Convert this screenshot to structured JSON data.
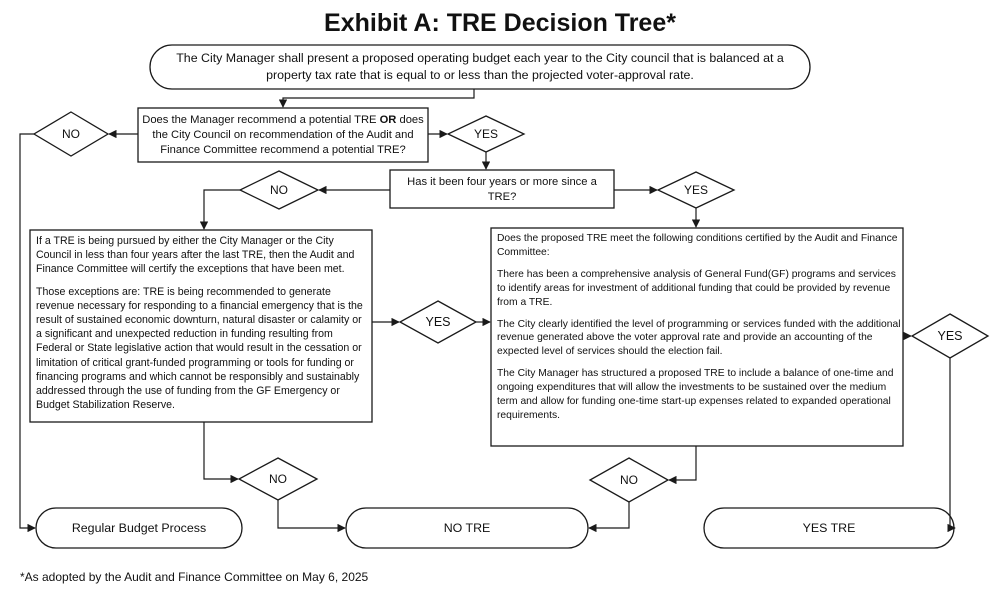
{
  "title": "Exhibit A: TRE Decision Tree*",
  "start": {
    "text": "The City Manager shall present a proposed operating budget each year to the City council that is balanced at a property tax rate that is equal to or less than the projected voter-approval rate."
  },
  "question1": {
    "text_before": "Does the Manager recommend a potential TRE ",
    "text_bold": "OR",
    "text_after": " does the City Council on recommendation of the Audit and Finance Committee recommend a potential TRE?"
  },
  "question2": {
    "text": "Has it been four years or more since a TRE?"
  },
  "exceptions_box": {
    "paragraph1": "If a TRE is being pursued by either the City Manager or the City Council in less than four years after the last TRE, then the Audit and Finance Committee will certify the exceptions that have been met.",
    "paragraph2": "Those exceptions are: TRE is being recommended to generate revenue necessary for responding to a financial emergency that is the result of sustained economic downturn, natural disaster or calamity or a significant and unexpected reduction in funding resulting from Federal or State legislative action that would result in the cessation or limitation of critical grant-funded programming or tools for funding or financing programs and which cannot be responsibly and sustainably addressed through the use of funding from the GF Emergency or Budget Stabilization Reserve."
  },
  "conditions_box": {
    "paragraph1": "Does the proposed TRE meet the following conditions certified by the Audit and Finance Committee:",
    "paragraph2": "There has been a comprehensive analysis of General Fund(GF) programs and services to identify areas for investment of additional funding that could be provided by revenue from a TRE.",
    "paragraph3": "The City clearly identified the level of programming or services funded with the additional revenue generated above the voter approval rate and provide an accounting of the expected level of services should the election fail.",
    "paragraph4": "The City Manager has structured a proposed TRE to include a balance of one-time and ongoing expenditures that will allow the investments to be sustained over the medium term and allow for funding one-time start-up expenses related to expanded operational requirements."
  },
  "diamonds": {
    "q1_no": "NO",
    "q1_yes": "YES",
    "q2_no": "NO",
    "q2_yes": "YES",
    "exceptions_yes": "YES",
    "exceptions_no": "NO",
    "conditions_no": "NO",
    "conditions_yes": "YES"
  },
  "terminals": {
    "regular_budget": "Regular Budget Process",
    "no_tre": "NO TRE",
    "yes_tre": "YES TRE"
  },
  "footnote": "*As adopted by the Audit and Finance Committee on May 6, 2025",
  "colors": {
    "stroke": "#1a1a1a",
    "fill": "#ffffff",
    "text": "#111111"
  }
}
